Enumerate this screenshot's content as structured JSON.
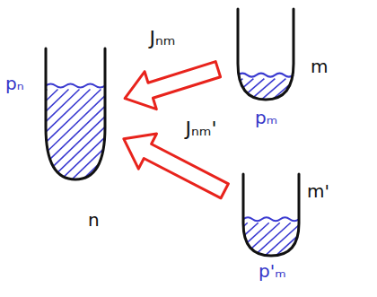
{
  "diagram": {
    "nodes": [
      {
        "text": [
          "pₙ",
          "n"
        ]
      },
      {
        "text": [
          "m",
          "pₘ"
        ]
      },
      {
        "text": [
          "m'",
          "p'ₘ"
        ]
      }
    ],
    "edges": [
      {
        "from": 1,
        "to": 0,
        "arrow": "to",
        "label": "Jₙₘ"
      },
      {
        "from": 2,
        "to": 0,
        "arrow": "to",
        "label": "Jₙₘ'"
      }
    ]
  }
}
